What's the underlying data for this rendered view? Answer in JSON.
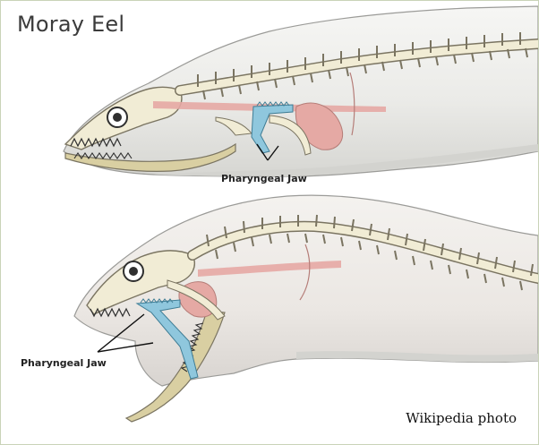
{
  "diagram": {
    "title": "Moray Eel",
    "top_label": "Pharyngeal Jaw",
    "bottom_label": "Pharyngeal Jaw",
    "credit": "Wikipedia photo"
  },
  "colors": {
    "body": "#ececea",
    "body_shadow": "#cfcfcc",
    "bone": "#f1ecd5",
    "bone_stroke": "#7a7461",
    "jaw_bone": "#d9cfa2",
    "pharyngeal": "#8fc7dd",
    "muscle": "#e5a9a4",
    "outline": "#2f2f2f"
  }
}
